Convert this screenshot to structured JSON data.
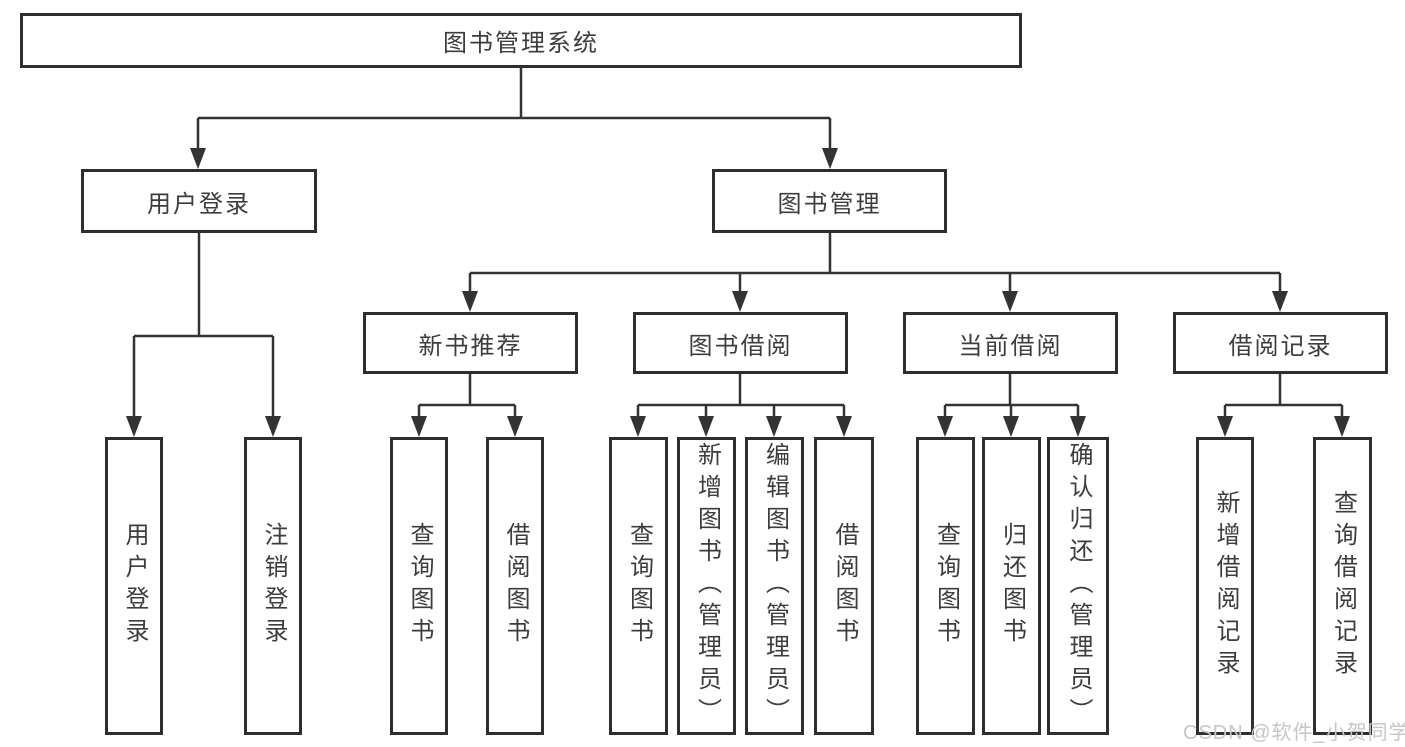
{
  "tree": {
    "root": {
      "label": "图书管理系统",
      "children": [
        {
          "label": "用户登录",
          "children": [
            {
              "label": "用户登录"
            },
            {
              "label": "注销登录"
            }
          ]
        },
        {
          "label": "图书管理",
          "children": [
            {
              "label": "新书推荐",
              "children": [
                {
                  "label": "查询图书"
                },
                {
                  "label": "借阅图书"
                }
              ]
            },
            {
              "label": "图书借阅",
              "children": [
                {
                  "label": "查询图书"
                },
                {
                  "label": "新增图书（管理员）"
                },
                {
                  "label": "编辑图书（管理员）"
                },
                {
                  "label": "借阅图书"
                }
              ]
            },
            {
              "label": "当前借阅",
              "children": [
                {
                  "label": "查询图书"
                },
                {
                  "label": "归还图书"
                },
                {
                  "label": "确认归还（管理员）"
                }
              ]
            },
            {
              "label": "借阅记录",
              "children": [
                {
                  "label": "新增借阅记录"
                },
                {
                  "label": "查询借阅记录"
                }
              ]
            }
          ]
        }
      ]
    }
  },
  "watermark": "CSDN @软件_小贺同学",
  "colors": {
    "line": "#333333",
    "border": "#2e2e2e",
    "text": "#3d3d3d",
    "watermark": "#c6c6c6",
    "background": "#ffffff"
  }
}
